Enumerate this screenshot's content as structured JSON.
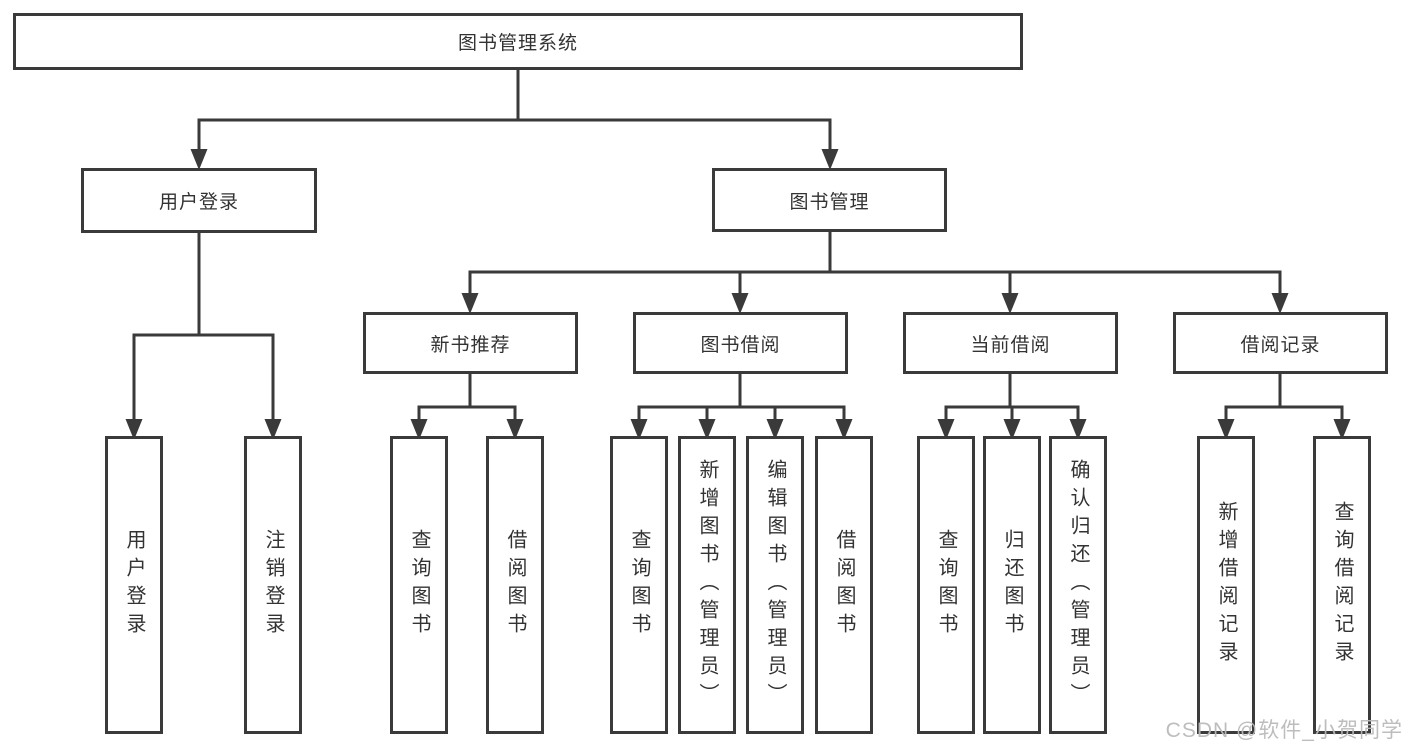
{
  "tree": {
    "root": {
      "label": "图书管理系统"
    },
    "branches": [
      {
        "label": "用户登录",
        "children": [
          {
            "label": "用户登录"
          },
          {
            "label": "注销登录"
          }
        ]
      },
      {
        "label": "图书管理",
        "children": [
          {
            "label": "新书推荐",
            "children": [
              {
                "label": "查询图书"
              },
              {
                "label": "借阅图书"
              }
            ]
          },
          {
            "label": "图书借阅",
            "children": [
              {
                "label": "查询图书"
              },
              {
                "label": "新增图书（管理员）"
              },
              {
                "label": "编辑图书（管理员）"
              },
              {
                "label": "借阅图书"
              }
            ]
          },
          {
            "label": "当前借阅",
            "children": [
              {
                "label": "查询图书"
              },
              {
                "label": "归还图书"
              },
              {
                "label": "确认归还（管理员）"
              }
            ]
          },
          {
            "label": "借阅记录",
            "children": [
              {
                "label": "新增借阅记录"
              },
              {
                "label": "查询借阅记录"
              }
            ]
          }
        ]
      }
    ]
  },
  "watermark": "CSDN @软件_小贺同学",
  "colors": {
    "line": "#3a3a3a",
    "box_border": "#3a3a3a",
    "text": "#333333",
    "watermark": "#b9b9b9",
    "background": "#ffffff"
  }
}
